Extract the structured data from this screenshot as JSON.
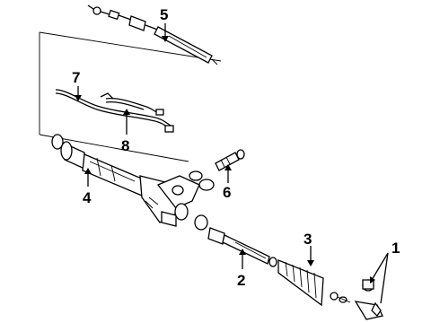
{
  "diagram": {
    "callouts": [
      {
        "id": "1",
        "label": "1"
      },
      {
        "id": "2",
        "label": "2"
      },
      {
        "id": "3",
        "label": "3"
      },
      {
        "id": "4",
        "label": "4"
      },
      {
        "id": "5",
        "label": "5"
      },
      {
        "id": "6",
        "label": "6"
      },
      {
        "id": "7",
        "label": "7"
      },
      {
        "id": "8",
        "label": "8"
      }
    ],
    "colors": {
      "ink": "#000000",
      "background": "#ffffff"
    }
  }
}
